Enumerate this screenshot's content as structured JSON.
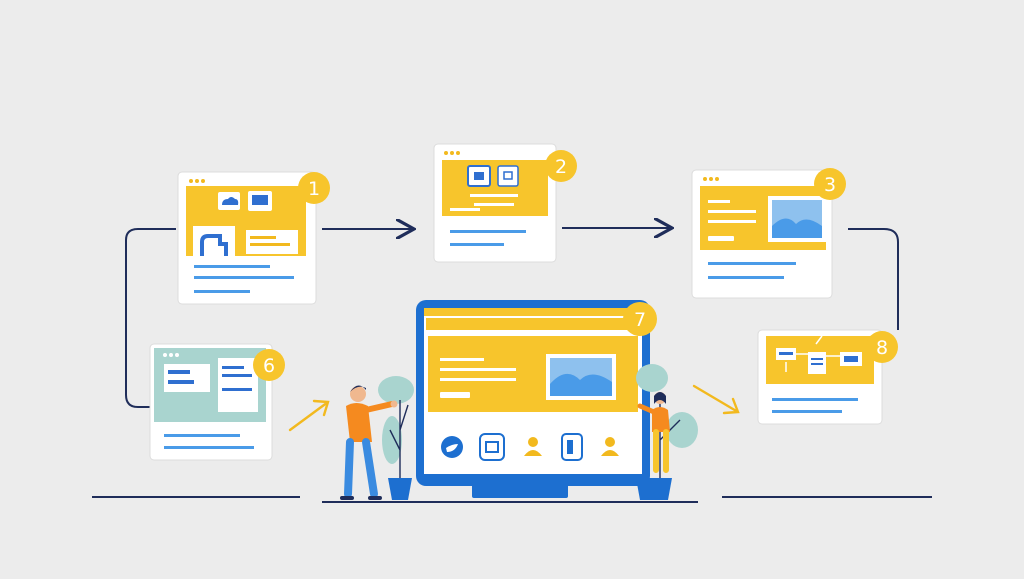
{
  "steps": [
    {
      "number": "1"
    },
    {
      "number": "2"
    },
    {
      "number": "3"
    },
    {
      "number": "6"
    },
    {
      "number": "7"
    },
    {
      "number": "8"
    }
  ],
  "colors": {
    "background": "#ececec",
    "accent_yellow": "#f7c52c",
    "blue": "#1d6fd0",
    "light_blue": "#4a9be8",
    "navy": "#1f2d5a",
    "teal_panel": "#a9d4cf",
    "person_orange": "#f58a1f"
  },
  "icons": [
    "cloud-icon",
    "image-icon",
    "chair-icon",
    "twitter-icon",
    "share-icon",
    "user-icon",
    "document-icon"
  ]
}
